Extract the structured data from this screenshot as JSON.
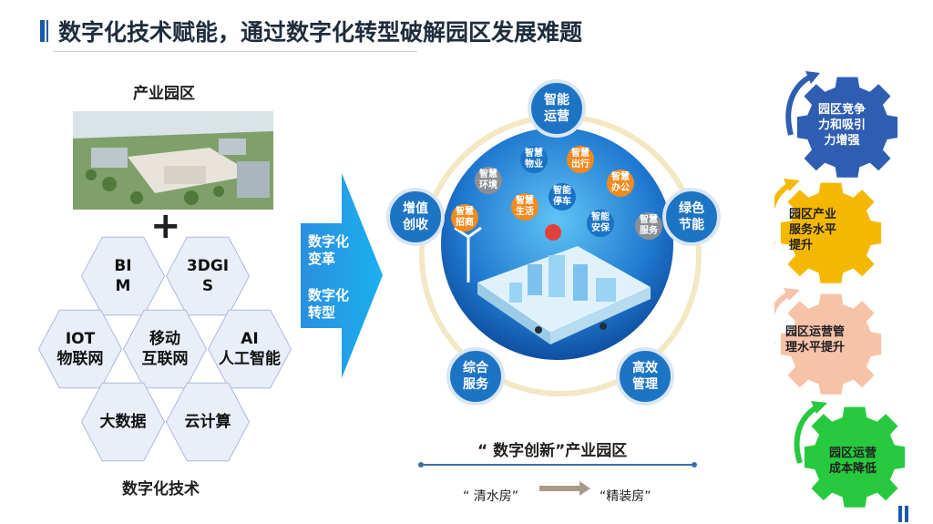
{
  "title": "数字化技术赋能，通过数字化转型破解园区发展难题",
  "left": {
    "park_label": "产业园区",
    "plus": "+",
    "tech_label": "数字化技术",
    "hexes": [
      {
        "label": "BI\nM"
      },
      {
        "label": "3DGI\nS"
      },
      {
        "label": "IOT\n物联网"
      },
      {
        "label": "移动\n互联网"
      },
      {
        "label": "AI\n人工智能"
      },
      {
        "label": "大数据"
      },
      {
        "label": "云计算"
      }
    ]
  },
  "arrow": {
    "line1": "数字化\n变革",
    "line2": "数字化\n转型"
  },
  "center": {
    "nodes": [
      {
        "label": "智能\n运营"
      },
      {
        "label": "增值\n创收"
      },
      {
        "label": "绿色\n节能"
      },
      {
        "label": "综合\n服务"
      },
      {
        "label": "高效\n管理"
      }
    ],
    "bubbles": [
      {
        "label": "智慧\n物业",
        "color": "#1a73c6"
      },
      {
        "label": "智慧\n出行",
        "color": "#f28a1e"
      },
      {
        "label": "智慧\n环境",
        "color": "#8a8f96"
      },
      {
        "label": "智慧\n办公",
        "color": "#f28a1e"
      },
      {
        "label": "智能\n停车",
        "color": "#1a73c6"
      },
      {
        "label": "智慧\n生活",
        "color": "#f28a1e"
      },
      {
        "label": "智慧\n招商",
        "color": "#f28a1e"
      },
      {
        "label": "智能\n安保",
        "color": "#1a73c6"
      },
      {
        "label": "智慧\n服务",
        "color": "#8a8f96"
      }
    ],
    "caption": "“ 数字创新”产业园区",
    "from": "“ 清水房”",
    "to": "“精装房”"
  },
  "gears": [
    {
      "label": "园区竞争\n力和吸引\n力增强",
      "color": "#2f5db1"
    },
    {
      "label": "园区产业\n服务水平\n提升",
      "color": "#f5b800"
    },
    {
      "label": "园区运营管\n理水平提升",
      "color": "#f6c2a8"
    },
    {
      "label": "园区运营\n成本降低",
      "color": "#27c93f"
    }
  ],
  "colors": {
    "accent": "#1a5aa6",
    "node_blue": "#1e74c4",
    "arrow_blue": "#19a3e6"
  }
}
